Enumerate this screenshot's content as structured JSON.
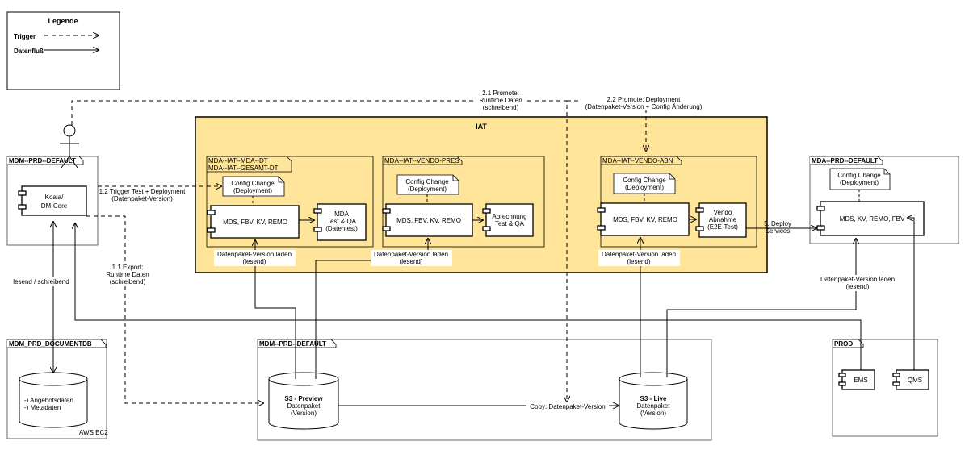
{
  "legend": {
    "title": "Legende",
    "trigger": "Trigger",
    "dataflow": "Datenfluß"
  },
  "actor": {
    "label": "Koala/\nDM-Core"
  },
  "frames": {
    "mdm_prd_default_left": "MDM--PRD--DEFAULT",
    "mdm_prd_documentdb": "MDM_PRD_DOCUMENTDB",
    "aws_ec2": "AWS EC2",
    "mdm_prd_default_bottom": "MDM--PRD--DEFAULT",
    "mda_prd_default": "MDA--PRD--DEFAULT",
    "prod": "PROD",
    "iat": "IAT"
  },
  "packages": {
    "mda_dt_title": [
      "MDA--IAT--MDA--DT",
      "MDA--IAT--GESAMT-DT"
    ],
    "vendo_pres_title": "MDA--IAT--VENDO-PRES",
    "vendo_abn_title": "MDA--IAT--VENDO-ABN"
  },
  "notes": {
    "config_change": [
      "Config Change",
      "(Deployment)"
    ]
  },
  "components": {
    "mds1": "MDS, FBV, KV, REMO",
    "mda_test": [
      "MDA",
      "Test & QA",
      "(Datentest)"
    ],
    "mds2": "MDS, FBV, KV, REMO",
    "abrechnung": [
      "Abrechnung",
      "Test & QA"
    ],
    "mds3": "MDS, FBV, KV, REMO",
    "vendo_abn": [
      "Vendo",
      "Abnahme",
      "(E2E-Test)"
    ],
    "prod_comp": "MDS, KV, REMO, FBV",
    "ems": "EMS",
    "qms": "QMS"
  },
  "databases": {
    "docdb": [
      "-) Angebotsdaten",
      "-) Metadaten"
    ],
    "preview": [
      "S3 - Preview",
      "Datenpaket",
      "(Version)"
    ],
    "live": [
      "S3 - Live",
      "Datenpaket",
      "(Version)"
    ]
  },
  "edge_labels": {
    "promote_runtime": [
      "2.1 Promote:",
      "Runtime Daten",
      "(schreibend)"
    ],
    "promote_deploy": [
      "2.2 Promote: Deployment",
      "(Datenpaket-Version + Config Änderung)"
    ],
    "trigger_test": [
      "1.2 Trigger Test + Deployment",
      "(Datenpaket-Version)"
    ],
    "export": [
      "1.1 Export:",
      "Runtime Daten",
      "(schreibend)"
    ],
    "lesend_schreibend": "lesend / schreibend",
    "laden1": [
      "Datenpaket-Version laden",
      "(lesend)"
    ],
    "laden2": [
      "Datenpaket-Version laden",
      "(lesend)"
    ],
    "laden3": [
      "Datenpaket-Version laden",
      "(lesend)"
    ],
    "laden4": [
      "Datenpaket-Version laden",
      "(lesend)"
    ],
    "deploy_services": [
      "5. Deploy",
      "Services"
    ],
    "copy": "Copy: Datenpaket-Version"
  }
}
